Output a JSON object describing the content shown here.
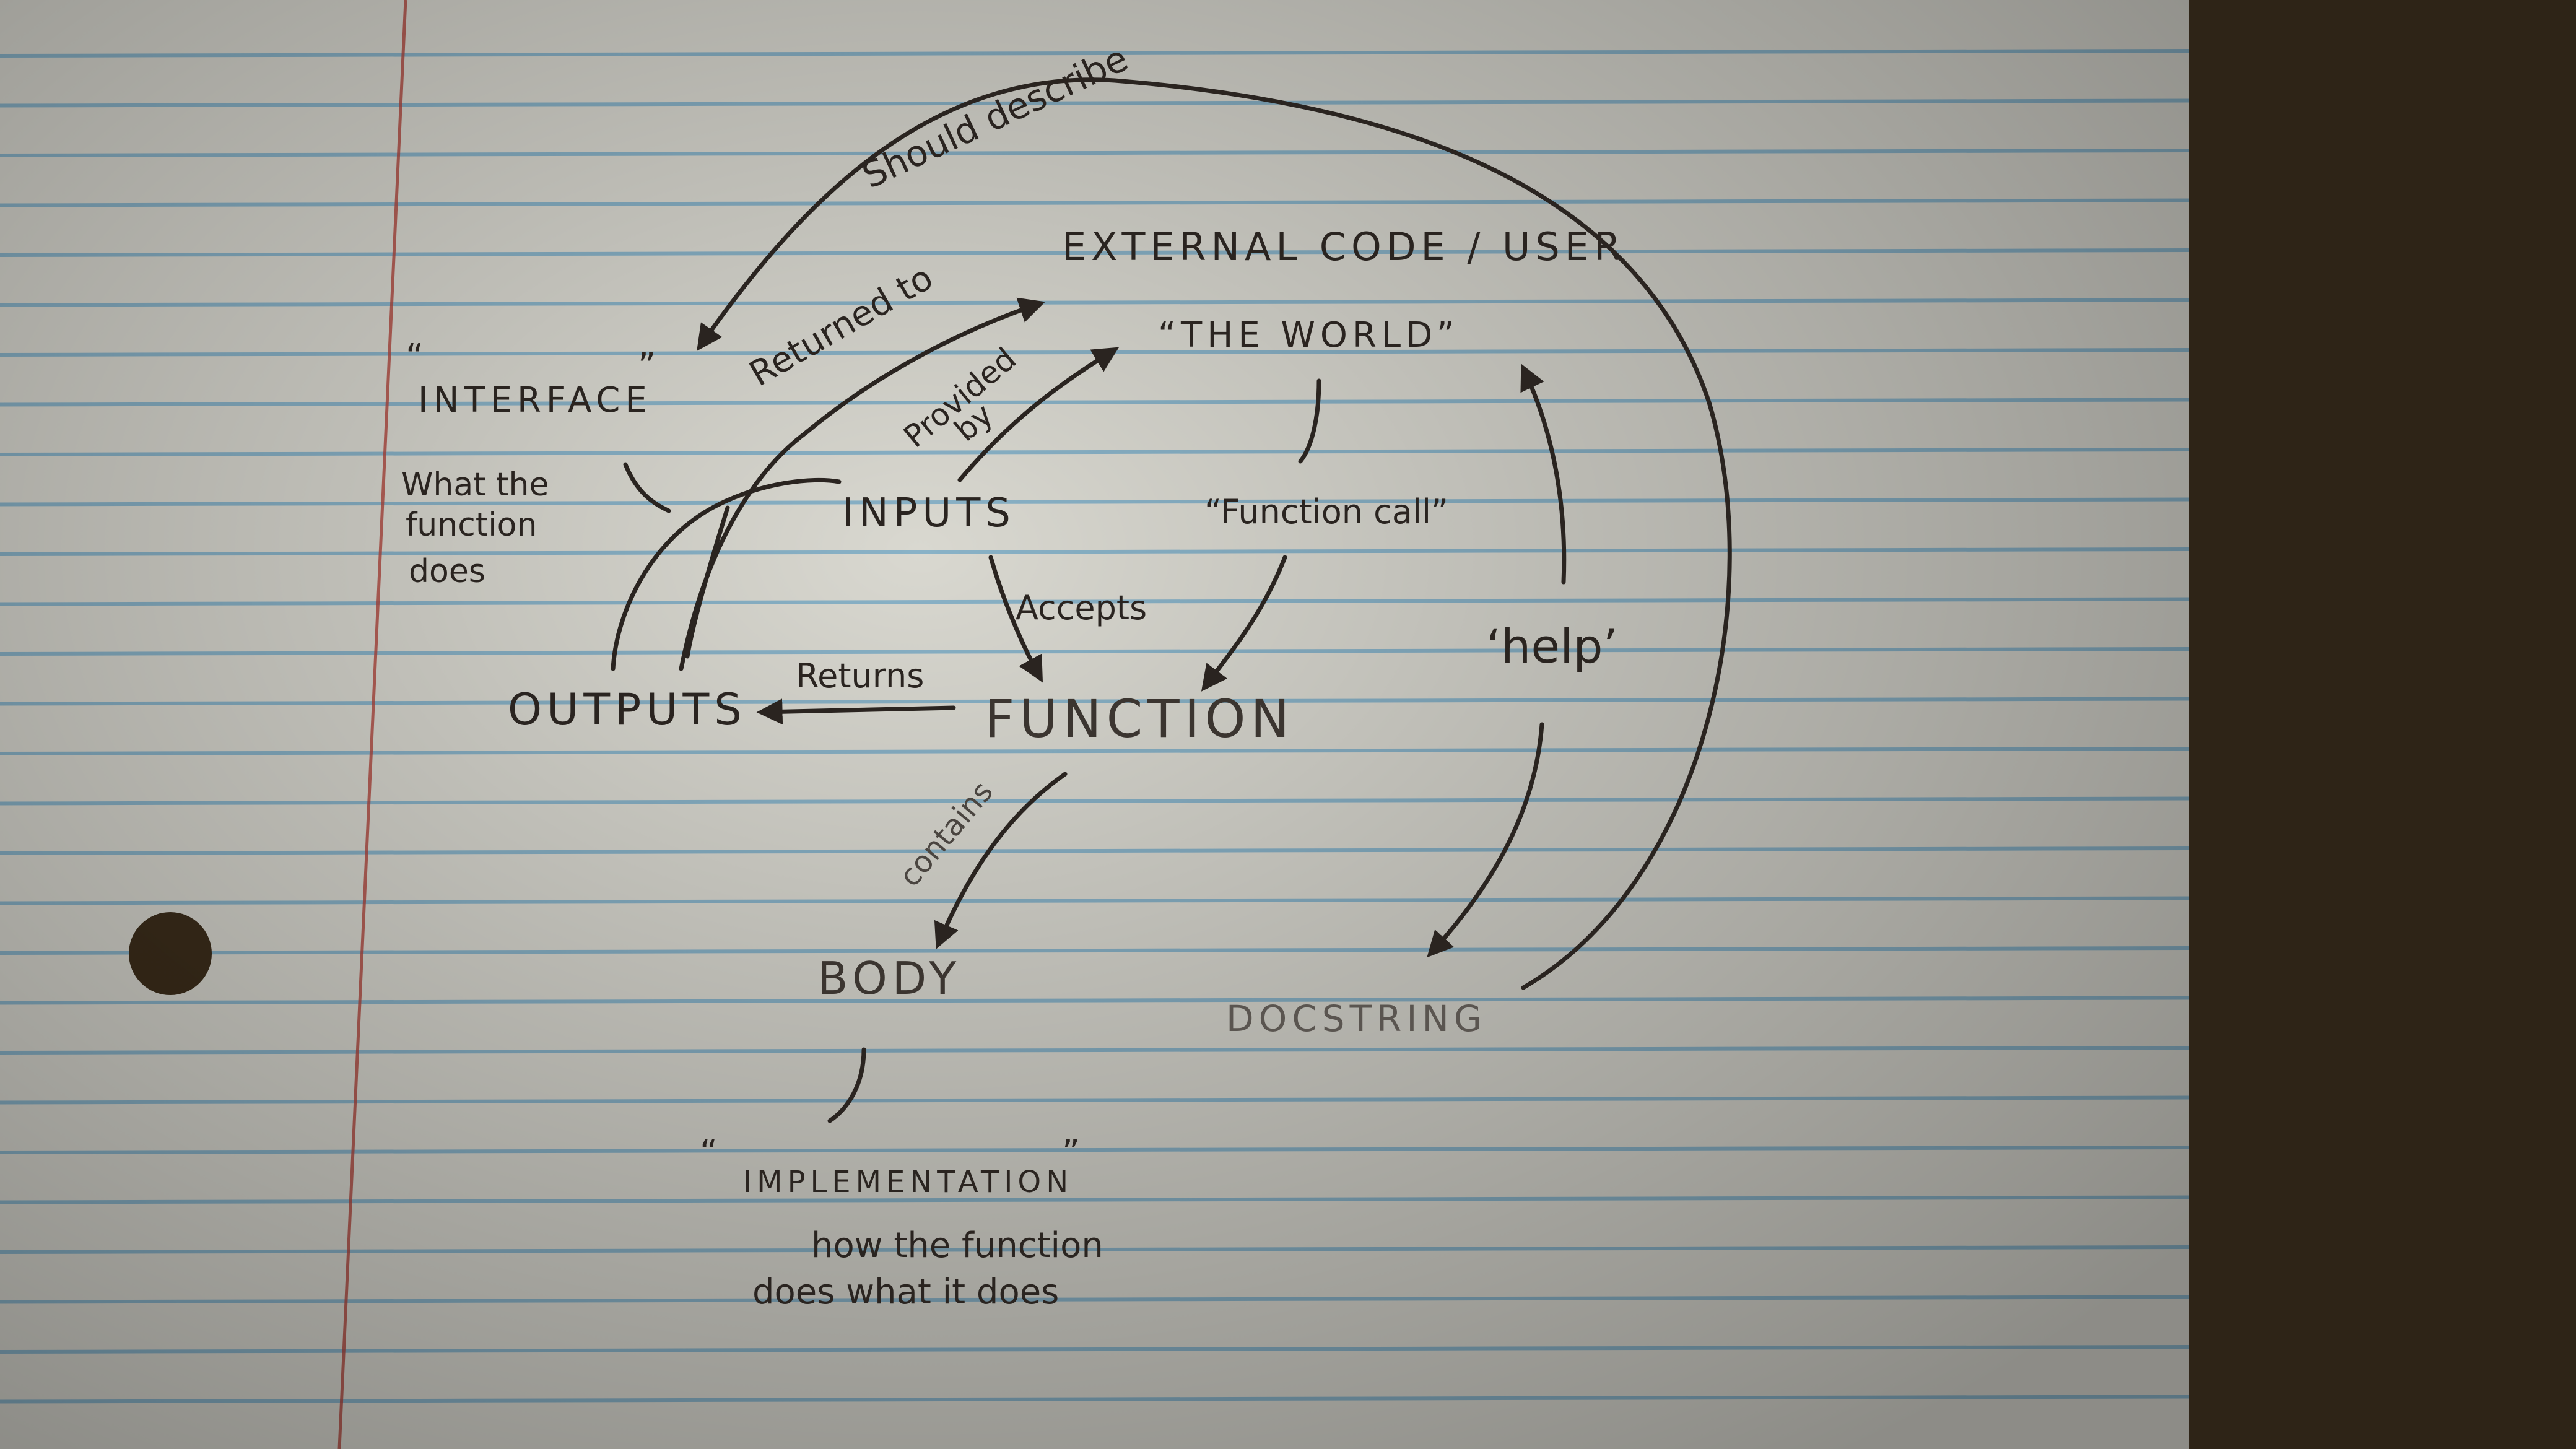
{
  "diagram": {
    "nodes": {
      "external": "EXTERNAL CODE / USER",
      "world": "“THE WORLD”",
      "interface": "INTERFACE",
      "interface_note_1": "What the",
      "interface_note_2": "function",
      "interface_note_3": "does",
      "inputs": "INPUTS",
      "function_call": "“Function call”",
      "help": "‘help’",
      "outputs": "OUTPUTS",
      "function": "FUNCTION",
      "body": "BODY",
      "docstring": "DOCSTRING",
      "implementation": "IMPLEMENTATION",
      "implementation_note_1": "how the function",
      "implementation_note_2": "does what it does"
    },
    "edges": {
      "should_describe": "Should describe",
      "returned_to": "Returned to",
      "provided_by_1": "Provided",
      "provided_by_2": "by",
      "accepts": "Accepts",
      "returns": "Returns",
      "contains": "contains"
    },
    "colors": {
      "paper": "#d9d8d0",
      "rule_line": "#6fa6c4",
      "margin_line": "#b0453c",
      "ink": "#2a2420",
      "background": "#2e2417"
    }
  }
}
